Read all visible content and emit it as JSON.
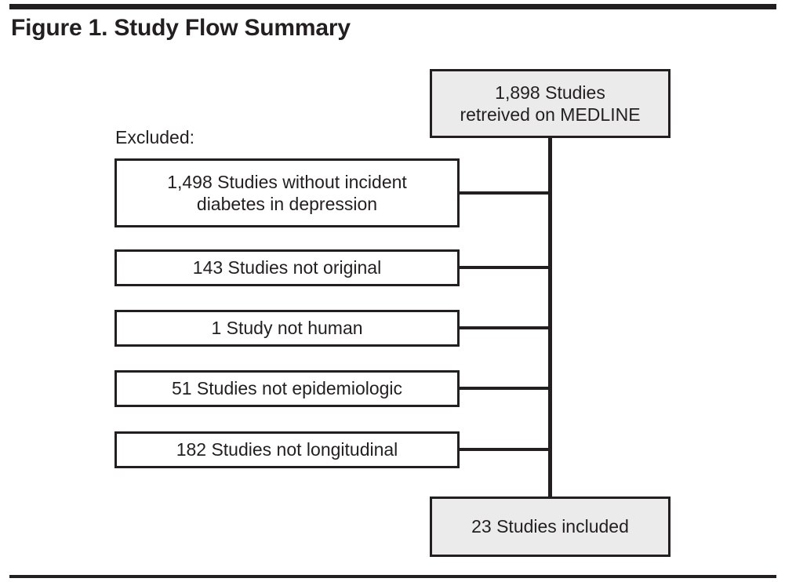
{
  "figure": {
    "title": "Figure 1. Study Flow Summary",
    "excluded_label": "Excluded:",
    "colors": {
      "rule": "#231f20",
      "box_border": "#231f20",
      "shaded_fill": "#ebebeb",
      "text": "#231f20",
      "background": "#ffffff"
    }
  },
  "chart_data": {
    "type": "diagram",
    "title": "Figure 1. Study Flow Summary",
    "source": {
      "id": "retrieved",
      "count": 1898,
      "line1": "1,898 Studies",
      "line2": "retreived on MEDLINE",
      "shaded": true
    },
    "excluded_label": "Excluded:",
    "excluded": [
      {
        "id": "no-incident-diabetes",
        "count": 1498,
        "line1": "1,498 Studies without incident",
        "line2": "diabetes in depression",
        "shaded": false
      },
      {
        "id": "not-original",
        "count": 143,
        "line1": "143 Studies not original",
        "line2": "",
        "shaded": false
      },
      {
        "id": "not-human",
        "count": 1,
        "line1": "1 Study not human",
        "line2": "",
        "shaded": false
      },
      {
        "id": "not-epidemiologic",
        "count": 51,
        "line1": "51 Studies not epidemiologic",
        "line2": "",
        "shaded": false
      },
      {
        "id": "not-longitudinal",
        "count": 182,
        "line1": "182 Studies not longitudinal",
        "line2": "",
        "shaded": false
      }
    ],
    "result": {
      "id": "included",
      "count": 23,
      "line1": "23 Studies included",
      "line2": "",
      "shaded": true
    }
  }
}
